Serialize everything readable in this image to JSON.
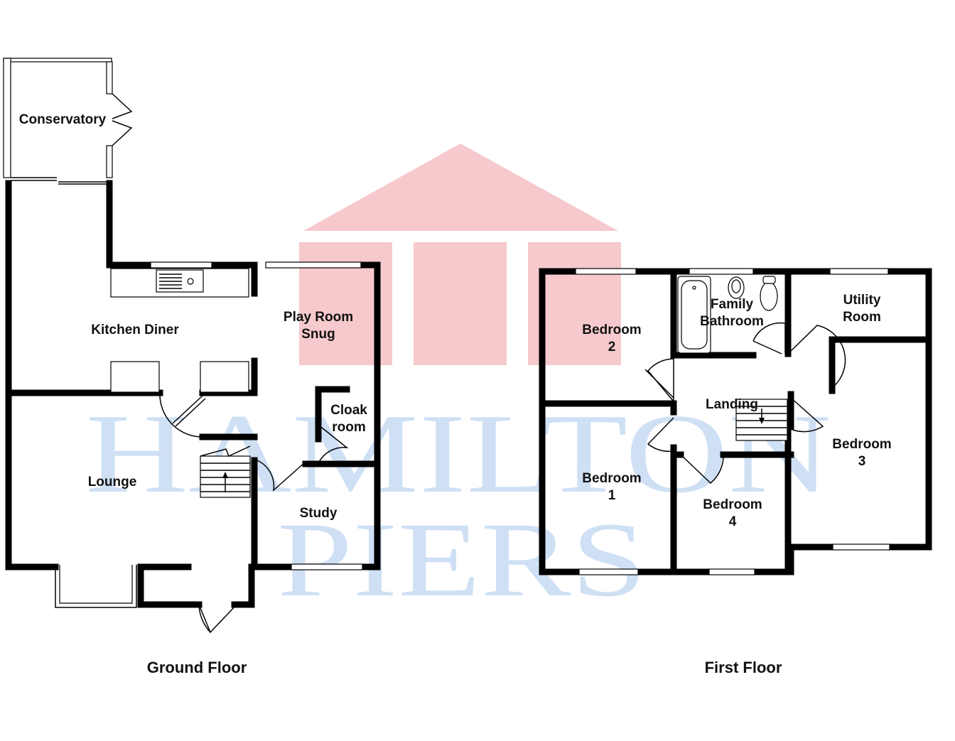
{
  "watermark": {
    "line1": "HAMILTON",
    "line2": "PIERS",
    "house_color": "#f6c9cc",
    "text_color": "#cfe0f5"
  },
  "ground_floor": {
    "title": "Ground Floor",
    "rooms": {
      "conservatory": "Conservatory",
      "kitchen_diner": "Kitchen Diner",
      "play_room_line1": "Play Room",
      "play_room_line2": "Snug",
      "cloak_line1": "Cloak",
      "cloak_line2": "room",
      "lounge": "Lounge",
      "study": "Study"
    }
  },
  "first_floor": {
    "title": "First Floor",
    "rooms": {
      "bedroom2_line1": "Bedroom",
      "bedroom2_line2": "2",
      "bathroom_line1": "Family",
      "bathroom_line2": "Bathroom",
      "utility_line1": "Utility",
      "utility_line2": "Room",
      "landing": "Landing",
      "bedroom1_line1": "Bedroom",
      "bedroom1_line2": "1",
      "bedroom4_line1": "Bedroom",
      "bedroom4_line2": "4",
      "bedroom3_line1": "Bedroom",
      "bedroom3_line2": "3"
    }
  }
}
